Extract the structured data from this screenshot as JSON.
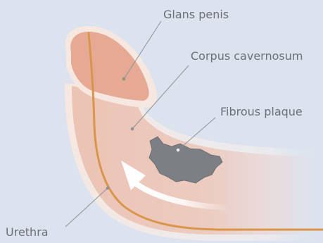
{
  "labels": {
    "glans": "Glans penis",
    "corpus": "Corpus cavernosum",
    "plaque": "Fibrous plaque",
    "urethra": "Urethra"
  },
  "colors": {
    "background": "#dce3ee",
    "glans_fill": "#e6aa94",
    "shaft_fill": "#ecc3b4",
    "outline": "#f4e4dc",
    "urethra": "#d9954a",
    "plaque": "#7c7f84",
    "arrow": "#ffffff",
    "leader": "#8d9299",
    "label_text": "#6b6f76"
  }
}
